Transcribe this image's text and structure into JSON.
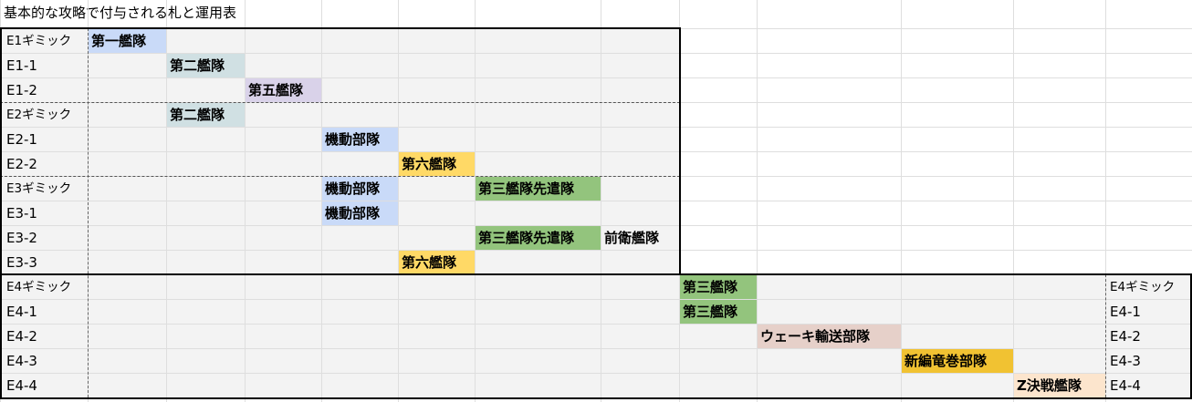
{
  "title": "基本的な攻略で付与される札と運用表",
  "colors": {
    "blue": "#c9daf8",
    "teal": "#d0e0e3",
    "purple": "#d9d2e9",
    "yellow": "#ffd966",
    "orange": "#f6b26b",
    "green": "#93c47d",
    "pink": "#e6d0c9",
    "gray_fill": "#f3f3f3",
    "mustard": "#f1c232",
    "pale": "#fce5cd"
  },
  "rows": [
    {
      "label": "E1ギミック",
      "gimmick": true,
      "tags": [
        {
          "col": 1,
          "text": "第一艦隊",
          "color": "blue"
        }
      ]
    },
    {
      "label": "E1-1",
      "gimmick": false,
      "tags": [
        {
          "col": 2,
          "text": "第二艦隊",
          "color": "teal"
        }
      ]
    },
    {
      "label": "E1-2",
      "gimmick": false,
      "tags": [
        {
          "col": 3,
          "text": "第五艦隊",
          "color": "purple"
        }
      ]
    },
    {
      "label": "E2ギミック",
      "gimmick": true,
      "tags": [
        {
          "col": 2,
          "text": "第二艦隊",
          "color": "teal"
        }
      ]
    },
    {
      "label": "E2-1",
      "gimmick": false,
      "tags": [
        {
          "col": 4,
          "text": "機動部隊",
          "color": "blue"
        }
      ]
    },
    {
      "label": "E2-2",
      "gimmick": false,
      "tags": [
        {
          "col": 5,
          "text": "第六艦隊",
          "color": "yellow"
        }
      ]
    },
    {
      "label": "E3ギミック",
      "gimmick": true,
      "tags": [
        {
          "col": 4,
          "text": "機動部隊",
          "color": "blue"
        },
        {
          "col": 6,
          "text": "第三艦隊先遣隊",
          "color": "green"
        }
      ]
    },
    {
      "label": "E3-1",
      "gimmick": false,
      "tags": [
        {
          "col": 4,
          "text": "機動部隊",
          "color": "blue"
        }
      ]
    },
    {
      "label": "E3-2",
      "gimmick": false,
      "tags": [
        {
          "col": 6,
          "text": "第三艦隊先遣隊",
          "color": "green"
        },
        {
          "col": 7,
          "text": "前衛艦隊",
          "color": "gray_fill"
        }
      ]
    },
    {
      "label": "E3-3",
      "gimmick": false,
      "tags": [
        {
          "col": 5,
          "text": "第六艦隊",
          "color": "yellow"
        }
      ]
    },
    {
      "label": "E4ギミック",
      "gimmick": true,
      "right_label": "E4ギミック",
      "tags": [
        {
          "col": 8,
          "text": "第三艦隊",
          "color": "green"
        }
      ]
    },
    {
      "label": "E4-1",
      "gimmick": false,
      "right_label": "E4-1",
      "tags": [
        {
          "col": 8,
          "text": "第三艦隊",
          "color": "green"
        }
      ]
    },
    {
      "label": "E4-2",
      "gimmick": false,
      "right_label": "E4-2",
      "tags": [
        {
          "col": 9,
          "text": "ウェーキ輸送部隊",
          "color": "pink"
        }
      ]
    },
    {
      "label": "E4-3",
      "gimmick": false,
      "right_label": "E4-3",
      "tags": [
        {
          "col": 10,
          "text": "新編竜巻部隊",
          "color": "mustard"
        }
      ]
    },
    {
      "label": "E4-4",
      "gimmick": false,
      "right_label": "E4-4",
      "tags": [
        {
          "col": 11,
          "text": "Z決戦艦隊",
          "color": "pale"
        }
      ]
    }
  ]
}
